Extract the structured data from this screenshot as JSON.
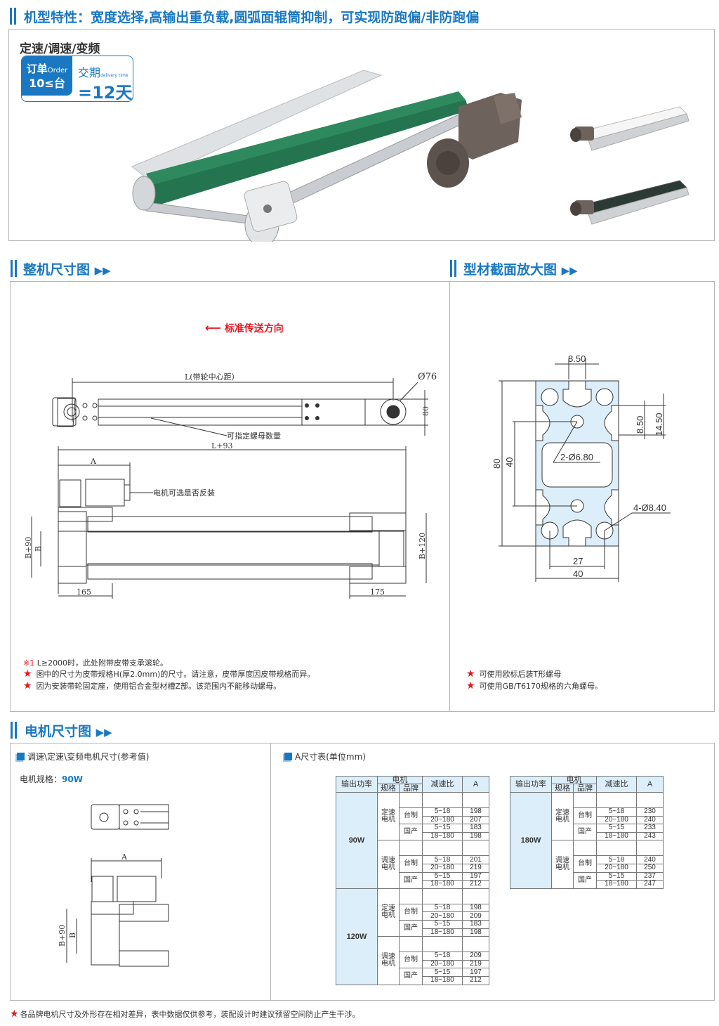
{
  "header": {
    "title": "机型特性：宽度选择,高输出重负载,圆弧面辊筒抑制，可实现防跑偏/非防跑偏"
  },
  "product": {
    "speed_types": "定速/调速/变频",
    "badge": {
      "order_label": "订单",
      "order_en": "Order",
      "order_qty": "10≤台",
      "delivery_label": "交期",
      "delivery_en": "delivery time",
      "delivery_value": "=12天"
    },
    "colors": {
      "belt_green": "#2e8a5e",
      "belt_white": "#f4f4f4",
      "belt_black": "#2c3a36",
      "motor": "#6e625c"
    }
  },
  "sections": {
    "overall": "整机尺寸图",
    "profile": "型材截面放大图",
    "motor": "电机尺寸图"
  },
  "overall_drawing": {
    "direction": "标准传送方向",
    "L": "L(带轮中心距）",
    "d76": "Ø76",
    "h80": "80",
    "nut_note": "可指定螺母数量",
    "L93": "L+93",
    "A": "A",
    "motor_note": "电机可选是否反装",
    "B90": "B+90",
    "B": "B",
    "B120": "B+120",
    "w165": "165",
    "w175": "175"
  },
  "overall_notes": [
    {
      "mark": "※1",
      "text": "L≥2000时，此处附带皮带支承滚轮。"
    },
    {
      "mark": "★",
      "text": "图中的尺寸为皮带规格H(厚2.0mm)的尺寸。请注意，皮带厚度因皮带规格而异。"
    },
    {
      "mark": "★",
      "text": "因为安装带轮固定座，使用铝合金型材槽Z部。该范围内不能移动螺母。"
    }
  ],
  "profile_drawing": {
    "top": "8.50",
    "h80": "80",
    "h40": "40",
    "slot": "8.50",
    "depth": "14.50",
    "hole2": "2-Ø6.80",
    "hole4": "4-Ø8.40",
    "w27": "27",
    "w40": "40"
  },
  "profile_notes": [
    {
      "mark": "★",
      "text": "可使用欧标后装T形螺母"
    },
    {
      "mark": "★",
      "text": "可使用GB/T6170规格的六角螺母。"
    }
  ],
  "motor_panel": {
    "title": "调速\\定速\\变频电机尺寸(参考值)",
    "spec_label": "电机规格：",
    "spec_value": "90W",
    "A": "A",
    "B90": "B+90",
    "B": "B"
  },
  "a_table": {
    "title": "A尺寸表(单位mm)",
    "headers": {
      "power": "输出功率",
      "motor": "电机",
      "spec": "规格",
      "brand": "品牌",
      "ratio": "减速比",
      "a": "A"
    },
    "tables": [
      [
        {
          "power": "90W",
          "types": [
            {
              "type": "定速电机",
              "brands": [
                {
                  "brand": "台制",
                  "rows": [
                    [
                      "5~18",
                      "198"
                    ],
                    [
                      "20~180",
                      "207"
                    ]
                  ]
                },
                {
                  "brand": "国产",
                  "rows": [
                    [
                      "5~15",
                      "183"
                    ],
                    [
                      "18~180",
                      "198"
                    ]
                  ]
                }
              ]
            },
            {
              "type": "调速电机",
              "brands": [
                {
                  "brand": "台制",
                  "rows": [
                    [
                      "5~18",
                      "201"
                    ],
                    [
                      "20~180",
                      "219"
                    ]
                  ]
                },
                {
                  "brand": "国产",
                  "rows": [
                    [
                      "5~15",
                      "197"
                    ],
                    [
                      "18~180",
                      "212"
                    ]
                  ]
                }
              ]
            }
          ]
        },
        {
          "power": "120W",
          "types": [
            {
              "type": "定速电机",
              "brands": [
                {
                  "brand": "台制",
                  "rows": [
                    [
                      "5~18",
                      "198"
                    ],
                    [
                      "20~180",
                      "209"
                    ]
                  ]
                },
                {
                  "brand": "国产",
                  "rows": [
                    [
                      "5~15",
                      "183"
                    ],
                    [
                      "18~180",
                      "198"
                    ]
                  ]
                }
              ]
            },
            {
              "type": "调速电机",
              "brands": [
                {
                  "brand": "台制",
                  "rows": [
                    [
                      "5~18",
                      "209"
                    ],
                    [
                      "20~180",
                      "219"
                    ]
                  ]
                },
                {
                  "brand": "国产",
                  "rows": [
                    [
                      "5~15",
                      "197"
                    ],
                    [
                      "18~180",
                      "212"
                    ]
                  ]
                }
              ]
            }
          ]
        }
      ],
      [
        {
          "power": "180W",
          "types": [
            {
              "type": "定速电机",
              "brands": [
                {
                  "brand": "台制",
                  "rows": [
                    [
                      "5~18",
                      "230"
                    ],
                    [
                      "20~180",
                      "240"
                    ]
                  ]
                },
                {
                  "brand": "国产",
                  "rows": [
                    [
                      "5~15",
                      "233"
                    ],
                    [
                      "18~180",
                      "243"
                    ]
                  ]
                }
              ]
            },
            {
              "type": "调速电机",
              "brands": [
                {
                  "brand": "台制",
                  "rows": [
                    [
                      "5~18",
                      "240"
                    ],
                    [
                      "20~180",
                      "250"
                    ]
                  ]
                },
                {
                  "brand": "国产",
                  "rows": [
                    [
                      "5~15",
                      "237"
                    ],
                    [
                      "18~180",
                      "247"
                    ]
                  ]
                }
              ]
            }
          ]
        }
      ]
    ]
  },
  "footer_note": {
    "mark": "★",
    "text": "各品牌电机尺寸及外形存在相对差异，表中数据仅供参考，装配设计时建议预留空间防止产生干涉。"
  }
}
